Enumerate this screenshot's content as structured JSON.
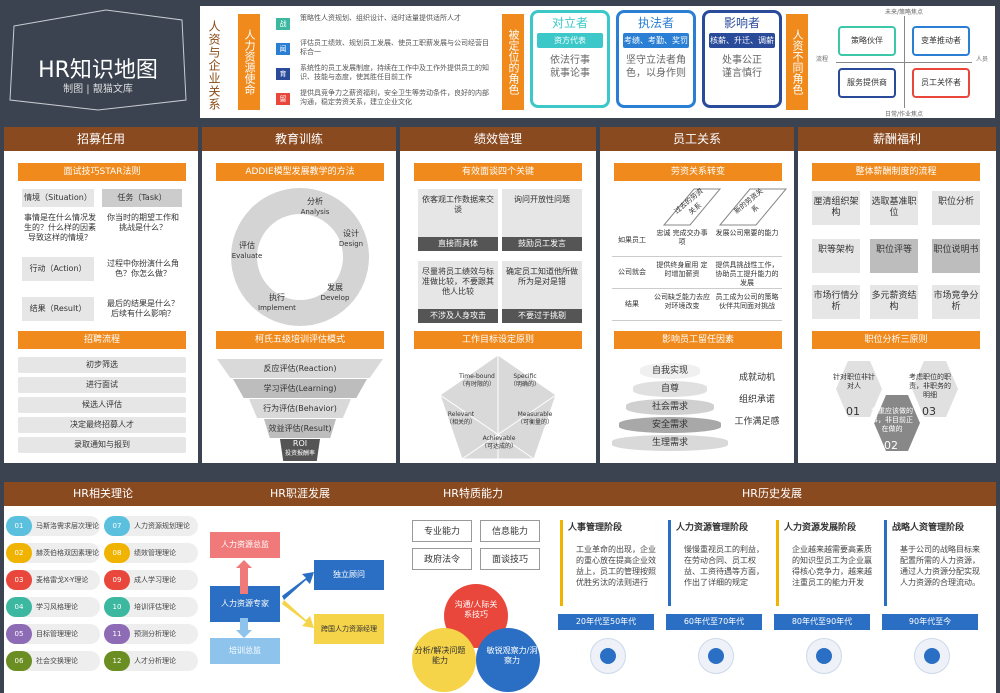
{
  "title": {
    "main": "HR知识地图",
    "sub": "制图 | 靓猫文库"
  },
  "top": {
    "label1": "人资与企业关系",
    "label2": "人力资源使命",
    "missions": [
      {
        "tag": "战",
        "text": "策略性人资规划、组织设计、适时适量提供适所人才"
      },
      {
        "tag": "闻",
        "text": "评估员工绩效、规划员工发展、使员工职薪发展与公司经营目标合一"
      },
      {
        "tag": "育",
        "text": "系统性的员工发展制度，持续在工作中及工作外提供员工的知识、技能与态度，使其胜任目前工作"
      },
      {
        "tag": "留",
        "text": "提供具竞争力之薪资福利，安全卫生等劳动条件，良好的内部沟通，稳定劳资关系，建立企业文化"
      }
    ],
    "label3": "被定位的角色",
    "roles": [
      {
        "h": "对立者",
        "s": "资方代表",
        "b1": "依法行事",
        "b2": "就事论事",
        "color": "#3cc8c8"
      },
      {
        "h": "执法者",
        "s": "考绩、考勤、奖罚",
        "b1": "坚守立法者角",
        "b2": "色，以身作则",
        "color": "#2a7fd4"
      },
      {
        "h": "影响者",
        "s": "核薪、升迁、调薪",
        "b1": "处事公正",
        "b2": "谨言慎行",
        "color": "#2a4a9a"
      }
    ],
    "label4": "人资不同角色",
    "quad": {
      "top": "未来/策略焦点",
      "bottom": "日常/作业焦点",
      "left": "流程",
      "right": "人员",
      "items": [
        "策略伙伴",
        "变革推动者",
        "服务提供商",
        "员工关怀者"
      ]
    }
  },
  "sections": [
    "招募任用",
    "教育训练",
    "绩效管理",
    "员工关系",
    "薪酬福利"
  ],
  "star": {
    "title": "面试技巧STAR法则",
    "rows": [
      {
        "k": "情境（Situation）",
        "v": "任务（Task）"
      },
      {
        "k": "事情是在什么情况发生的？什么样的因素导致这样的情境？",
        "v": "你当时的期望工作和挑战是什么？"
      },
      {
        "k": "行动（Action）",
        "v": "过程中你扮演什么角色？你怎么做？"
      },
      {
        "k": "结果（Result）",
        "v": "最后的结果是什么？后续有什么影响？"
      }
    ]
  },
  "recruit": {
    "title": "招聘流程",
    "steps": [
      "初步筛选",
      "进行面试",
      "候选人评估",
      "决定最终招募人才",
      "录取通知与报到"
    ]
  },
  "addie": {
    "title": "ADDIE模型发展教学的方法",
    "items": [
      {
        "cn": "分析",
        "en": "Analysis"
      },
      {
        "cn": "设计",
        "en": "Design"
      },
      {
        "cn": "发展",
        "en": "Develop"
      },
      {
        "cn": "执行",
        "en": "Implement"
      },
      {
        "cn": "评估",
        "en": "Evaluate"
      }
    ]
  },
  "kirk": {
    "title": "柯氏五级培训评估模式",
    "levels": [
      "反应评估(Reaction)",
      "学习评估(Learning)",
      "行为评估(Behavior)",
      "效益评估(Result)",
      "ROI"
    ],
    "roi_sub": "投资报酬率"
  },
  "perf": {
    "title": "有效面谈四个关键",
    "cards": [
      {
        "t": "依客观工作数据来交谈",
        "s": "直接而具体"
      },
      {
        "t": "询问开放性问题",
        "s": "鼓励员工发言"
      },
      {
        "t": "尽量将员工绩效与标准做比较，不要跟其他人比较",
        "s": "不涉及人身攻击"
      },
      {
        "t": "确定员工知道他所做所为是对是错",
        "s": "不要过于挑剔"
      }
    ]
  },
  "smart": {
    "title": "工作目标设定原则",
    "items": [
      {
        "en": "Time-bound",
        "cn": "（有时限的）"
      },
      {
        "en": "Specific",
        "cn": "（明确的）"
      },
      {
        "en": "Measurable",
        "cn": "（可衡量的）"
      },
      {
        "en": "Achievable",
        "cn": "（可达成的）"
      },
      {
        "en": "Relevant",
        "cn": "（相关的）"
      }
    ]
  },
  "labor": {
    "title": "劳资关系转变",
    "cols": [
      "过去的劳资关系",
      "新的劳资关系"
    ],
    "rows": [
      {
        "k": "如果员工",
        "a": "忠诚 完成交办事项",
        "b": "发展公司需要的能力"
      },
      {
        "k": "公司就会",
        "a": "提供终身雇用 定时增加薪资",
        "b": "提供具挑战性工作，协助员工提升能力的发展"
      },
      {
        "k": "结果",
        "a": "公司缺乏能力去应对环境改变",
        "b": "员工成为公司的策略伙伴共同面对挑战"
      }
    ]
  },
  "maslow": {
    "title": "影响员工留任因素",
    "levels": [
      "自我实现",
      "自尊",
      "社会需求",
      "安全需求",
      "生理需求"
    ],
    "factors": [
      "成就动机",
      "组织承诺",
      "工作满足感"
    ]
  },
  "salary": {
    "title": "整体薪酬制度的流程",
    "steps": [
      "厘清组织架构",
      "选取基准职位",
      "职位分析",
      "职位说明书",
      "职位评等",
      "职等架构",
      "市场行情分析",
      "多元薪资结构",
      "市场竞争分析"
    ]
  },
  "position": {
    "title": "职位分析三原则",
    "items": [
      {
        "n": "01",
        "t": "针对职位非针对人"
      },
      {
        "n": "02",
        "t": "着重应该做的事，非目前正在做的"
      },
      {
        "n": "03",
        "t": "考虑职位的职责，非职务的明细"
      }
    ]
  },
  "bottom": {
    "headers": [
      "HR相关理论",
      "HR职涯发展",
      "HR特质能力",
      "HR历史发展"
    ]
  },
  "theories": [
    {
      "n": "01",
      "t": "马斯洛需求层次理论",
      "c": "#5bc0de"
    },
    {
      "n": "07",
      "t": "人力资源规划理论",
      "c": "#5bc0de"
    },
    {
      "n": "02",
      "t": "赫茨伯格双因素理论",
      "c": "#f0b400"
    },
    {
      "n": "08",
      "t": "绩效管理理论",
      "c": "#f0b400"
    },
    {
      "n": "03",
      "t": "麦格雷戈X-Y理论",
      "c": "#e9473b"
    },
    {
      "n": "09",
      "t": "成人学习理论",
      "c": "#e9473b"
    },
    {
      "n": "04",
      "t": "学习风格理论",
      "c": "#3cb8a0"
    },
    {
      "n": "10",
      "t": "培训评估理论",
      "c": "#3cb8a0"
    },
    {
      "n": "05",
      "t": "目标管理理论",
      "c": "#8e6bb5"
    },
    {
      "n": "11",
      "t": "预测分析理论",
      "c": "#8e6bb5"
    },
    {
      "n": "06",
      "t": "社会交换理论",
      "c": "#6b8e23"
    },
    {
      "n": "12",
      "t": "人才分析理论",
      "c": "#6b8e23"
    }
  ],
  "career": {
    "top": "人力资源总监",
    "mid": "人力资源专家",
    "bottom": "培训总监",
    "right1": "独立顾问",
    "right2": "跨国人力资源经理"
  },
  "ability": {
    "boxes": [
      "专业能力",
      "信息能力",
      "政府法令",
      "面谈技巧"
    ],
    "circles": [
      "沟通/人际关系技巧",
      "分析/解决问题能力",
      "敏锐观察力/洞察力"
    ]
  },
  "history": [
    {
      "h": "人事管理阶段",
      "t": "工业革命的出现，企业的重心放在提高企业效益上，员工的管理按照优胜劣汰的法则进行",
      "y": "20年代至50年代"
    },
    {
      "h": "人力资源管理阶段",
      "t": "慢慢重视员工的利益，在劳动合同、员工权益、工资待遇等方面，作出了详细的规定",
      "y": "60年代至70年代"
    },
    {
      "h": "人力资源发展阶段",
      "t": "企业越来越需要高素质的知识型员工为企业赢得核心竞争力，越来越注重员工的能力开发",
      "y": "80年代至90年代"
    },
    {
      "h": "战略人资管理阶段",
      "t": "基于公司的战略目标来配置所需的人力资源，通过人力资源分配实现人力资源的合理流动。",
      "y": "90年代至今"
    }
  ]
}
